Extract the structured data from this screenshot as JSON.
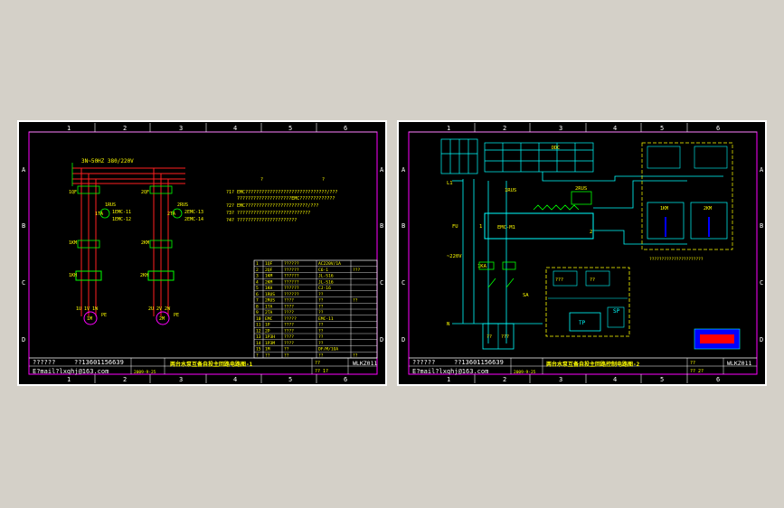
{
  "colors": {
    "background": "#d4d0c8",
    "sheet": "#000000",
    "border": "#ffffff",
    "frame": "#ff00ff",
    "wire_red": "#ff2020",
    "wire_green": "#00ff00",
    "wire_cyan": "#00ffff",
    "text_yellow": "#ffff00",
    "stamp_blue": "#0000ff",
    "stamp_red": "#ff0000"
  },
  "sheet1": {
    "col_numbers": [
      "1",
      "2",
      "3",
      "4",
      "5",
      "6"
    ],
    "row_letters": [
      "A",
      "B",
      "C",
      "D"
    ],
    "supply": "3N~50HZ 380/220V",
    "labels": {
      "qf1": "1QF",
      "qf2": "2QF",
      "emc11": "1EMC-11",
      "emc12": "1EMC-12",
      "emc13": "2EMC-13",
      "emc14": "2EMC-14",
      "km1": "1KM",
      "km2": "2KM",
      "kh1": "1KH",
      "kh2": "2KH",
      "bus1": "1U 1V 1W",
      "bus2": "2U 2V 2W",
      "m1": "1M",
      "m2": "2M",
      "pe": "PE",
      "ta1": "1TA",
      "ta2": "2TA",
      "rus1": "1RUS",
      "rus2": "2RUS"
    },
    "notes": {
      "mark1": "?",
      "mark2": "?",
      "n1": "?1?  EMC??????????????????????????????/???",
      "n2": "????????????????????EMC?????????????",
      "n3": "?2?  EMC???????????????????????/???",
      "n4": "?3?  ???????????????????????????",
      "n5": "?4?  ??????????????????????"
    },
    "table_rows": [
      [
        "1",
        "1QF",
        "??????",
        "AC220V/1A",
        ""
      ],
      [
        "2",
        "2QF",
        "??????",
        "C6-1",
        "???"
      ],
      [
        "3",
        "1KM",
        "??????",
        "JL-S16",
        ""
      ],
      [
        "4",
        "2KM",
        "??????",
        "JL-S16",
        ""
      ],
      [
        "5",
        "1KH",
        "??????",
        "CJ-16",
        ""
      ],
      [
        "6",
        "1RUS",
        "??????",
        "??",
        ""
      ],
      [
        "7",
        "2RUS",
        "????",
        "??",
        "??"
      ],
      [
        "8",
        "1TA",
        "????",
        "??",
        ""
      ],
      [
        "9",
        "2TA",
        "????",
        "??",
        ""
      ],
      [
        "10",
        "EMC",
        "?????",
        "EMC-11",
        ""
      ],
      [
        "11",
        "1P",
        "????",
        "??",
        ""
      ],
      [
        "12",
        "2P",
        "????",
        "??",
        ""
      ],
      [
        "13",
        "1P3H",
        "????",
        "??",
        ""
      ],
      [
        "14",
        "1P3M",
        "????",
        "??",
        ""
      ],
      [
        "15",
        "1M",
        "??",
        "DF/M/1OA",
        ""
      ],
      [
        "?",
        "??",
        "??",
        "??",
        "??"
      ]
    ],
    "title_block": {
      "designer": "??????",
      "phone": "??13601156639",
      "email": "E?mail?lxqhj@163.com",
      "date": "2009-9-25",
      "title": "两台水泵互备自投主回路电路图-1",
      "code": "WLKZ011",
      "sheet": "?? 1?",
      "scale": "??"
    }
  },
  "sheet2": {
    "col_numbers": [
      "1",
      "2",
      "3",
      "4",
      "5",
      "6"
    ],
    "row_letters": [
      "A",
      "B",
      "C",
      "D"
    ],
    "labels": {
      "l1": "L1",
      "n": "N",
      "fu": "FU",
      "emc": "EMC-M1",
      "ac": "~220V",
      "rus": "1RUS",
      "rus2": "2RUS",
      "ka": "1KA",
      "sa": "SA",
      "tp": "TP",
      "sp": "SP",
      "km1": "1KM",
      "km2": "2KM",
      "cnt1": "1",
      "cnt2": "2",
      "ddc": "DDC",
      "h1": "??",
      "h2": "???",
      "box1": "???",
      "box2": "??"
    },
    "notes": {
      "bottom": "??????????????????????"
    },
    "title_block": {
      "designer": "??????",
      "phone": "??13601156639",
      "email": "E?mail?lxqhj@163.com",
      "date": "2009-9-25",
      "title": "两台水泵互备自投主回路控制电路图-2",
      "code": "WLKZ011",
      "sheet": "?? 2?",
      "scale": "??"
    }
  }
}
